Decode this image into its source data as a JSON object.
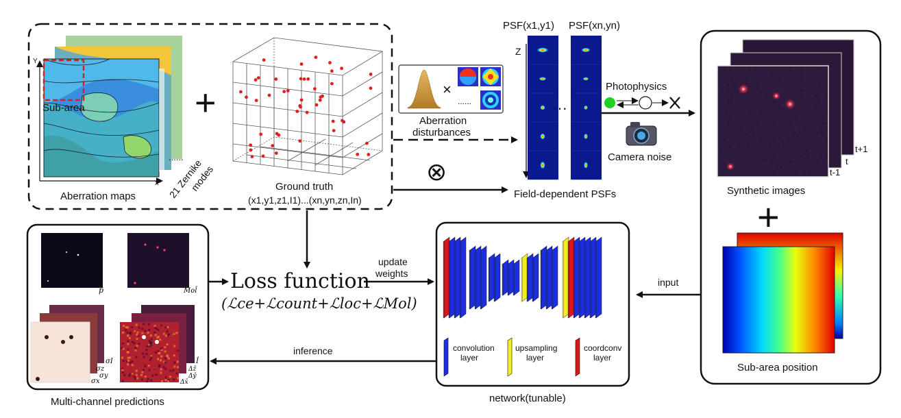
{
  "aberration": {
    "maps_label": "Aberration maps",
    "sub_area_label": "Sub-area",
    "axis_x": "x",
    "axis_y": "Y",
    "zernike_dots": "......",
    "zernike_line1": "21 Zernike",
    "zernike_line2": "modes"
  },
  "ground_truth": {
    "label": "Ground truth",
    "coords": "(x1,y1,z1,I1)...(xn,yn,zn,In)"
  },
  "disturbance": {
    "line1": "Aberration",
    "line2": "disturbances",
    "dots": "......"
  },
  "psf": {
    "header_first": "PSF(x1,y1)",
    "header_last": "PSF(xn,yn)",
    "axis_z": "Z",
    "ellipsis": "···",
    "label": "Field-dependent PSFs",
    "convolve_symbol": "⊗"
  },
  "photophysics": {
    "label": "Photophysics",
    "camera_label": "Camera noise"
  },
  "synthetic": {
    "label": "Synthetic images",
    "frame_next": "t+1",
    "frame_current": "t",
    "frame_prev": "t-1",
    "position_label": "Sub-area position",
    "position_color": "#e0141b"
  },
  "network": {
    "label": "network(tunable)",
    "input_label": "input",
    "legend": {
      "convolution": [
        "convolution",
        "layer"
      ],
      "upsampling": [
        "upsampling",
        "layer"
      ],
      "coordconv": [
        "coordconv",
        "layer"
      ]
    },
    "colors": {
      "conv": "#1f2de0",
      "up": "#f2ee22",
      "coord": "#e0141b"
    }
  },
  "loss": {
    "title": "Loss function",
    "formula": "(ℒce+ℒcount+ℒloc+ℒMol)",
    "update_line1": "update",
    "update_line2": "weights"
  },
  "inference": {
    "label": "inference"
  },
  "predictions": {
    "label": "Multi-channel predictions",
    "p_hat": "p̂",
    "mol_hat": "Mol̂",
    "sigma_z": "σz",
    "sigma_y": "σy",
    "sigma_x": "σx",
    "sigma_I": "σI",
    "I_hat": "Î",
    "dz_hat": "Δẑ",
    "dy_hat": "Δŷ",
    "dx_hat": "Δx̂"
  },
  "plus": "+",
  "times": "×"
}
